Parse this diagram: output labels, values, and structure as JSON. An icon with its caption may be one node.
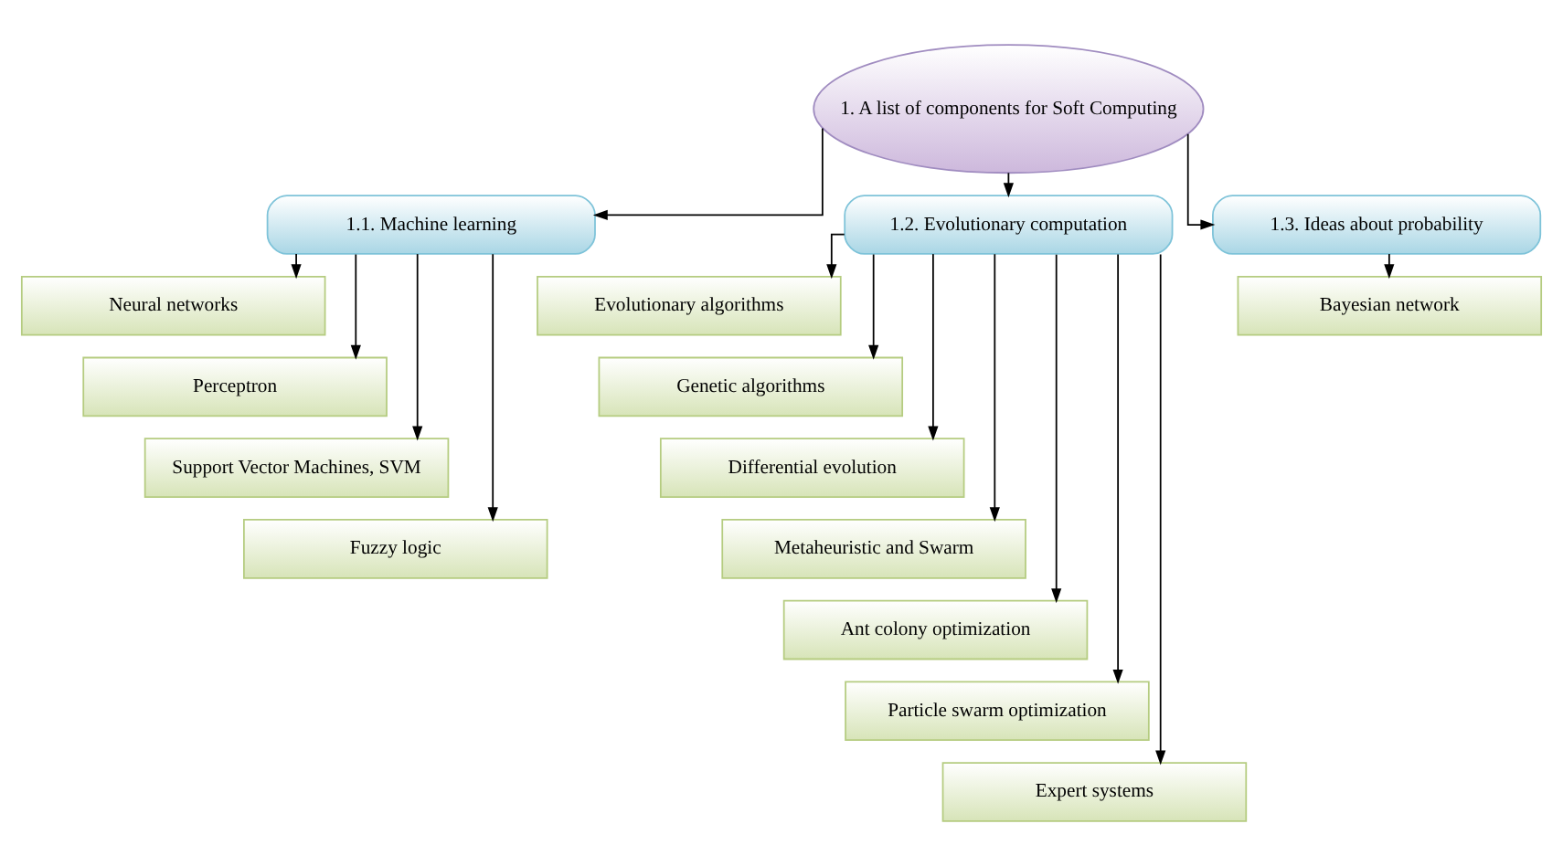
{
  "diagram": {
    "nodes": [
      {
        "text": [
          "1. A list of components for Soft Computing"
        ]
      },
      {
        "text": [
          "1.1. Machine learning"
        ]
      },
      {
        "text": [
          "1.2. Evolutionary computation"
        ]
      },
      {
        "text": [
          "1.3. Ideas about probability"
        ]
      },
      {
        "text": [
          "Neural networks"
        ]
      },
      {
        "text": [
          "Perceptron"
        ]
      },
      {
        "text": [
          "Support Vector Machines, SVM"
        ]
      },
      {
        "text": [
          "Fuzzy logic"
        ]
      },
      {
        "text": [
          "Evolutionary algorithms"
        ]
      },
      {
        "text": [
          "Genetic algorithms"
        ]
      },
      {
        "text": [
          "Differential evolution"
        ]
      },
      {
        "text": [
          "Metaheuristic and Swarm"
        ]
      },
      {
        "text": [
          "Ant colony optimization"
        ]
      },
      {
        "text": [
          "Particle swarm optimization"
        ]
      },
      {
        "text": [
          "Expert systems"
        ]
      },
      {
        "text": [
          "Bayesian network"
        ]
      }
    ],
    "edges": [
      {
        "from": 0,
        "to": 1,
        "arrow": "to"
      },
      {
        "from": 0,
        "to": 2,
        "arrow": "to"
      },
      {
        "from": 0,
        "to": 3,
        "arrow": "to"
      },
      {
        "from": 1,
        "to": 4,
        "arrow": "to"
      },
      {
        "from": 1,
        "to": 5,
        "arrow": "to"
      },
      {
        "from": 1,
        "to": 6,
        "arrow": "to"
      },
      {
        "from": 1,
        "to": 7,
        "arrow": "to"
      },
      {
        "from": 2,
        "to": 8,
        "arrow": "to"
      },
      {
        "from": 2,
        "to": 9,
        "arrow": "to"
      },
      {
        "from": 2,
        "to": 10,
        "arrow": "to"
      },
      {
        "from": 2,
        "to": 11,
        "arrow": "to"
      },
      {
        "from": 2,
        "to": 12,
        "arrow": "to"
      },
      {
        "from": 2,
        "to": 13,
        "arrow": "to"
      },
      {
        "from": 2,
        "to": 14,
        "arrow": "to"
      },
      {
        "from": 3,
        "to": 15,
        "arrow": "to"
      }
    ]
  }
}
